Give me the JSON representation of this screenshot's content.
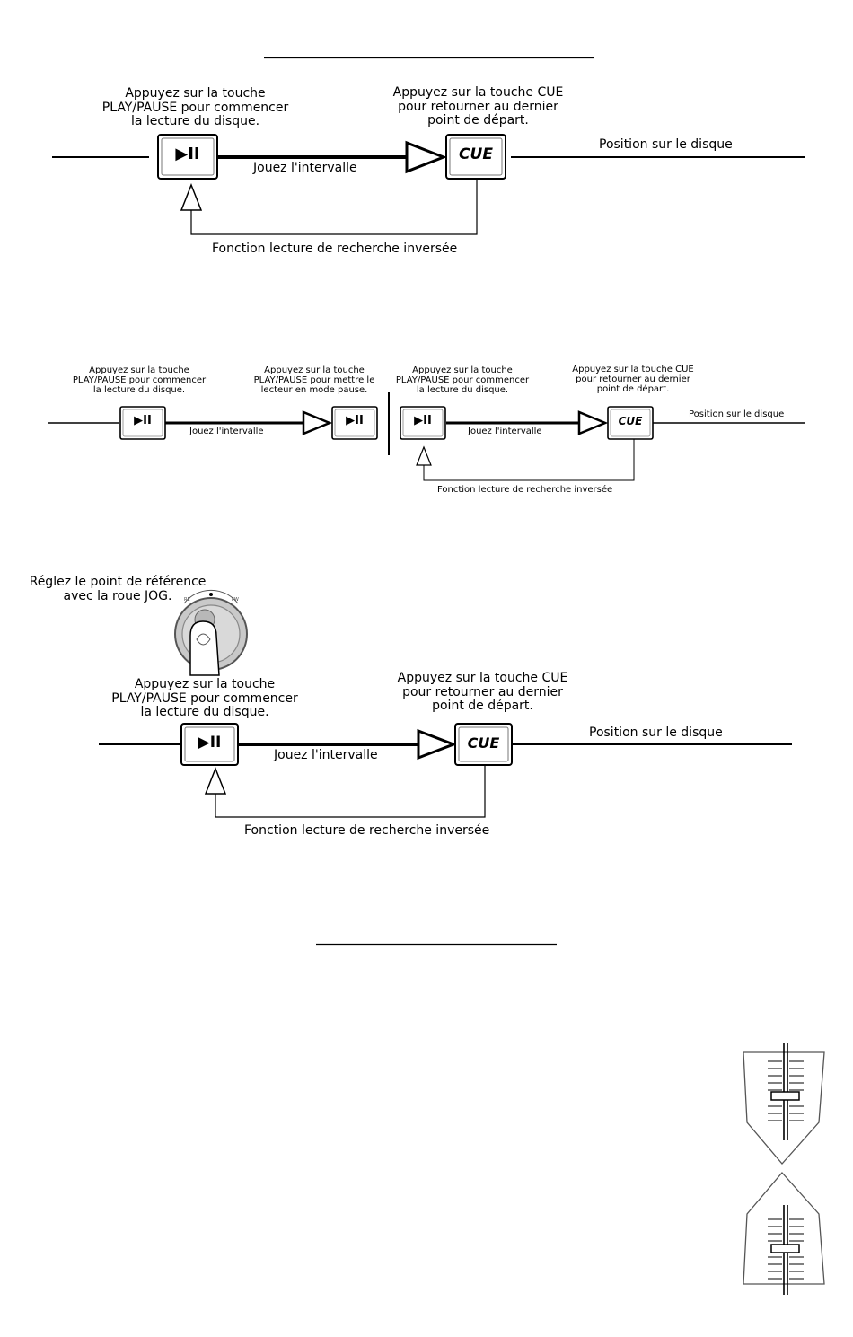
{
  "diagram1": {
    "play_text": "Appuyez sur la touche\nPLAY/PAUSE pour commencer\nla lecture du disque.",
    "cue_text": "Appuyez sur la touche CUE\npour retourner au dernier\npoint de départ.",
    "position": "Position sur le disque",
    "interval": "Jouez l'intervalle",
    "reverse": "Fonction lecture de recherche inversée",
    "play_glyph": "▶II",
    "cue_label": "CUE"
  },
  "diagram2": {
    "play_text_1": "Appuyez sur la touche\nPLAY/PAUSE pour commencer\nla lecture du disque.",
    "pause_text": "Appuyez sur la touche\nPLAY/PAUSE pour mettre le\nlecteur en mode pause.",
    "play_text_2": "Appuyez sur la touche\nPLAY/PAUSE pour commencer\nla lecture du disque.",
    "cue_text": "Appuyez sur la touche CUE\npour retourner au dernier\npoint de départ.",
    "position": "Position sur le disque",
    "interval_1": "Jouez l'intervalle",
    "interval_2": "Jouez l'intervalle",
    "reverse": "Fonction lecture de recherche inversée",
    "play_glyph": "▶II",
    "cue_label": "CUE"
  },
  "diagram3": {
    "jog_text": "Réglez le point de référence\navec la roue JOG.",
    "play_text": "Appuyez sur la touche\nPLAY/PAUSE pour commencer\nla lecture du disque.",
    "cue_text": "Appuyez sur la touche CUE\npour retourner au dernier\npoint de départ.",
    "position": "Position sur le disque",
    "interval": "Jouez l'intervalle",
    "reverse": "Fonction lecture de recherche inversée",
    "play_glyph": "▶II",
    "cue_label": "CUE"
  },
  "icons": [
    "play-pause-icon",
    "cue-icon",
    "jog-wheel-icon",
    "finger-icon",
    "fader-down-arrow-icon",
    "fader-up-arrow-icon"
  ]
}
